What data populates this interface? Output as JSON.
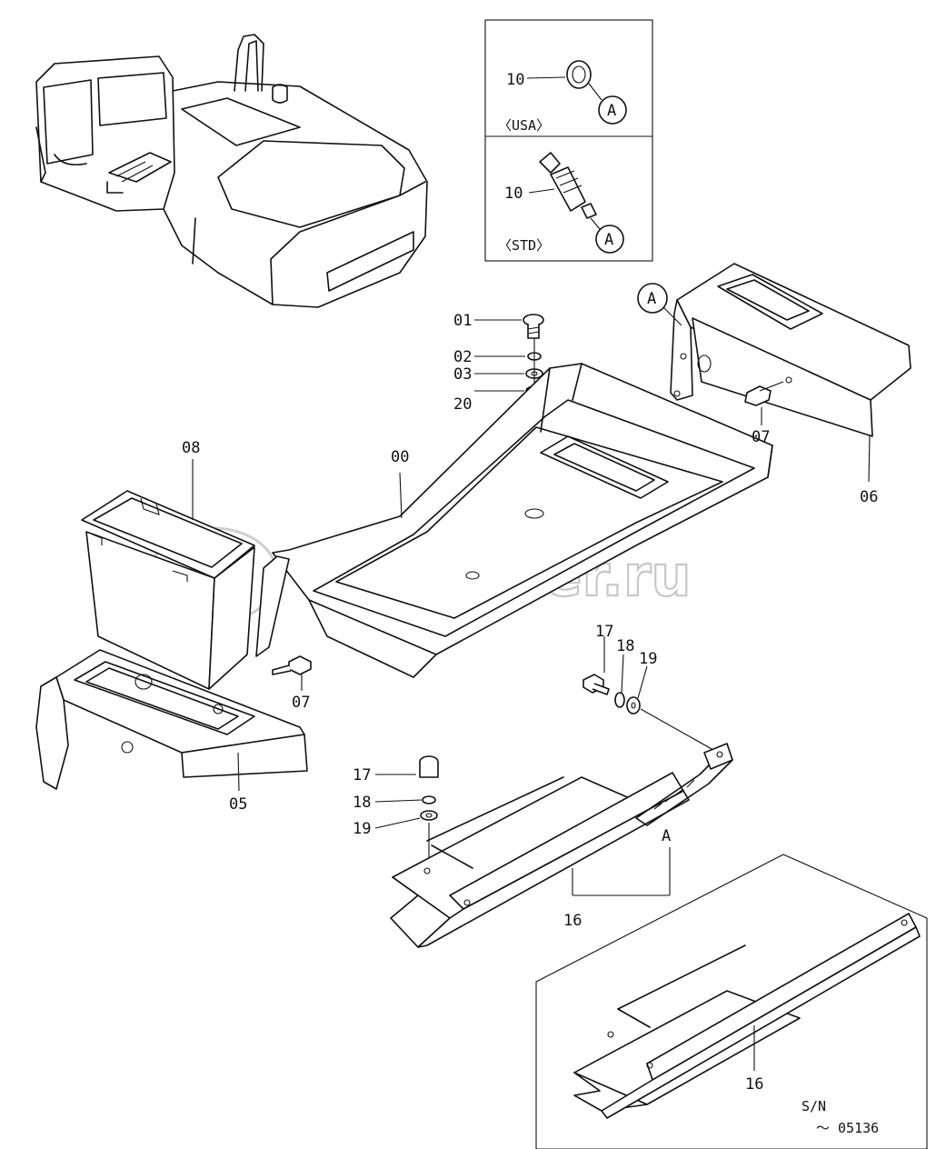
{
  "watermark": {
    "text": "autopiter.ru"
  },
  "inset_top": {
    "usa": {
      "part": "10",
      "variant": "〈USA〉",
      "ref": "A"
    },
    "std": {
      "part": "10",
      "variant": "〈STD〉",
      "ref": "A"
    }
  },
  "inset_bottom": {
    "part": "16",
    "sn_label": "S/N",
    "sn_range": "～ 05136"
  },
  "callouts": {
    "c01": "01",
    "c02": "02",
    "c03": "03",
    "c20": "20",
    "c00": "00",
    "c08": "08",
    "c07a": "07",
    "c07b": "07",
    "c06": "06",
    "c05": "05",
    "c17a": "17",
    "c18a": "18",
    "c19a": "19",
    "c17b": "17",
    "c18b": "18",
    "c19b": "19",
    "c16": "16",
    "refA_main": "A",
    "refA_cable": "A"
  }
}
